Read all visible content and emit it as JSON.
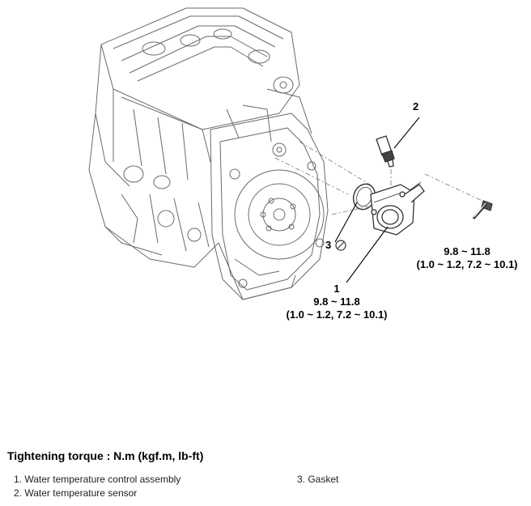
{
  "callouts": {
    "c1_num": "1",
    "c1_torque": "9.8 ~ 11.8",
    "c1_torque_alt": "(1.0 ~ 1.2, 7.2 ~ 10.1)",
    "c2_num": "2",
    "c3_num": "3",
    "bolt_torque": "9.8 ~ 11.8",
    "bolt_torque_alt": "(1.0 ~ 1.2, 7.2 ~ 10.1)"
  },
  "legend": {
    "title": "Tightening torque : N.m (kgf.m, lb-ft)",
    "items": [
      "1. Water temperature control assembly",
      "2. Water temperature sensor",
      "3. Gasket"
    ]
  },
  "colors": {
    "line_art": "#5a5a5a",
    "text": "#000000"
  }
}
